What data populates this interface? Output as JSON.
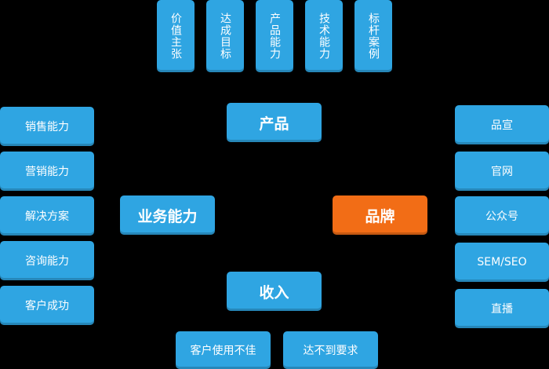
{
  "colors": {
    "background": "#000000",
    "box": "#2fa5e2",
    "highlight": "#f26d16",
    "text": "#ffffff"
  },
  "top_boxes": [
    "价值主张",
    "达成目标",
    "产品能力",
    "技术能力",
    "标杆案例"
  ],
  "center": {
    "product": "产品",
    "business": "业务能力",
    "brand": "品牌",
    "income": "收入"
  },
  "left_boxes": [
    "销售能力",
    "营销能力",
    "解决方案",
    "咨询能力",
    "客户成功"
  ],
  "right_boxes": [
    "品宣",
    "官网",
    "公众号",
    "SEM/SEO",
    "直播"
  ],
  "bottom_boxes": [
    "客户使用不佳",
    "达不到要求"
  ]
}
